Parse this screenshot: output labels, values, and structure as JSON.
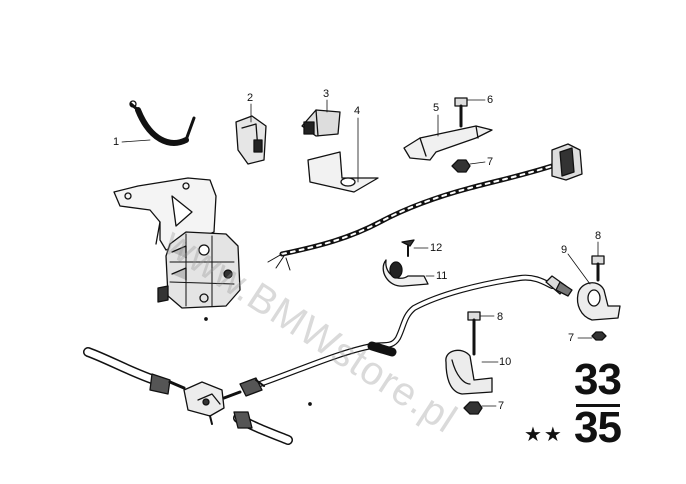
{
  "watermark": "www.BMWstore.pl",
  "callouts": {
    "c1": "1",
    "c2": "2",
    "c3": "3",
    "c4": "4",
    "c5": "5",
    "c6": "6",
    "c7a": "7",
    "c8a": "8",
    "c9": "9",
    "c12": "12",
    "c11": "11",
    "c8b": "8",
    "c7b": "7",
    "c10": "10",
    "c7c": "7"
  },
  "group_top": "33",
  "group_bottom": "35",
  "stars": "★★"
}
